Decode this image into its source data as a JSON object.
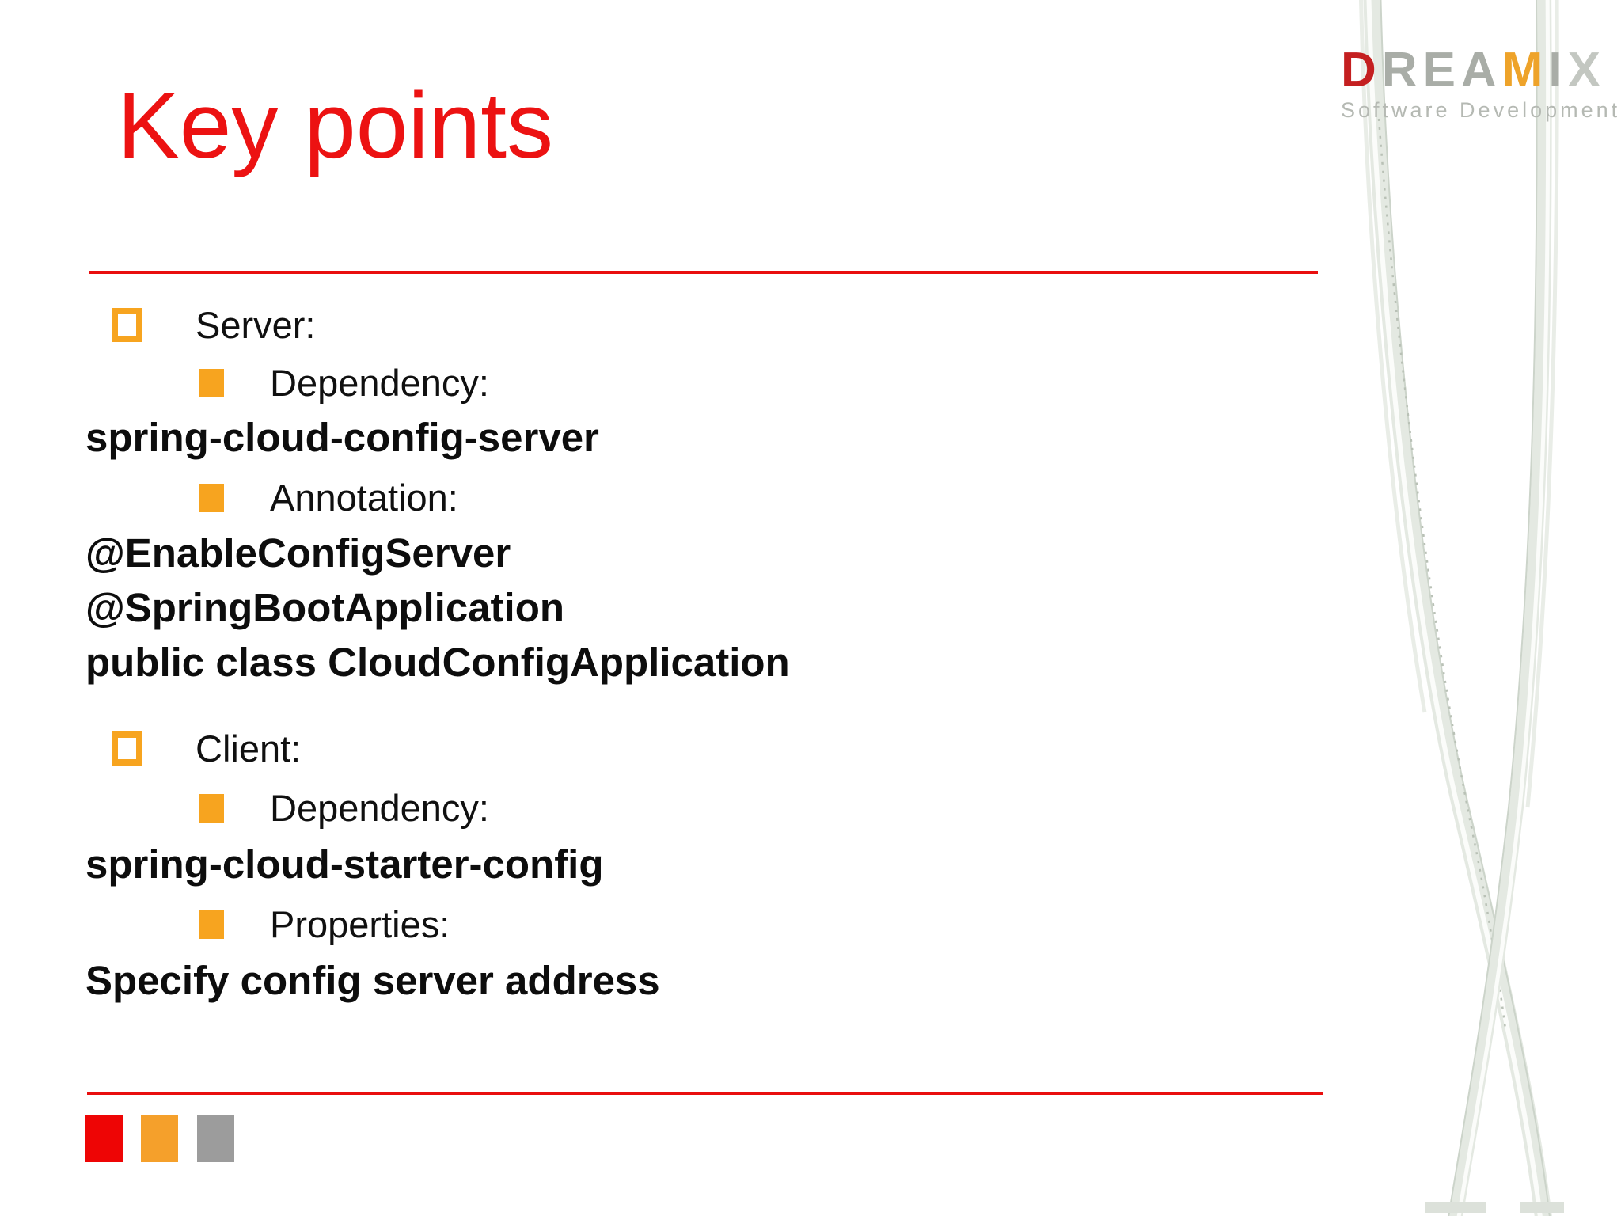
{
  "slide": {
    "title": "Key points",
    "colors": {
      "title_red": "#ec1212",
      "rule_red": "#e90f0f",
      "bullet_orange": "#f7a41f",
      "text_black": "#101010"
    }
  },
  "content": {
    "rows": [
      {
        "type": "bullet-1",
        "text": "Server:"
      },
      {
        "type": "bullet-2",
        "text": "Dependency:"
      },
      {
        "type": "code",
        "text": "spring-cloud-config-server"
      },
      {
        "type": "bullet-2",
        "text": "Annotation:"
      },
      {
        "type": "code",
        "text": "@EnableConfigServer"
      },
      {
        "type": "code",
        "text": "@SpringBootApplication"
      },
      {
        "type": "code",
        "text": "public class CloudConfigApplication"
      },
      {
        "type": "bullet-1",
        "text": "Client:"
      },
      {
        "type": "bullet-2",
        "text": "Dependency:"
      },
      {
        "type": "code",
        "text": "spring-cloud-starter-config"
      },
      {
        "type": "bullet-2",
        "text": "Properties:"
      },
      {
        "type": "code",
        "text": "Specify config server address"
      }
    ]
  },
  "logo": {
    "letters": [
      {
        "ch": "D",
        "color": "#c41f20"
      },
      {
        "ch": "R",
        "color": "#a9ada7"
      },
      {
        "ch": "E",
        "color": "#a9ada7"
      },
      {
        "ch": "A",
        "color": "#a9ada7"
      },
      {
        "ch": "M",
        "color": "#eea32a"
      },
      {
        "ch": "I",
        "color": "#a9ada7"
      },
      {
        "ch": "X",
        "color": "#c3c7c1"
      }
    ],
    "subtitle": "Software Development"
  },
  "footer": {
    "squares": [
      {
        "name": "red",
        "color": "#ee0505"
      },
      {
        "name": "orange",
        "color": "#f5a02b"
      },
      {
        "name": "gray",
        "color": "#9c9c9c"
      }
    ]
  }
}
